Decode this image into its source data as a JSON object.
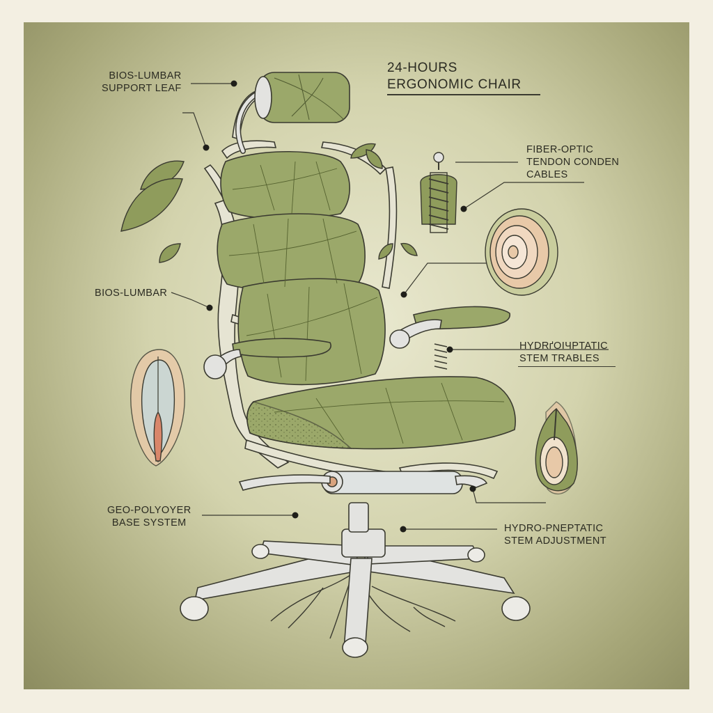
{
  "title": {
    "line1": "24-HOURS",
    "line2": "ERGONOMIC CHAIR"
  },
  "labels": {
    "lumbar_leaf": {
      "line1": "BIOS-LUMBAR",
      "line2": "SUPPORT LEAF"
    },
    "fiber_optic": {
      "line1": "FIBER-OPTIC",
      "line2": "TENDON CONDEN",
      "line3": "CABLES"
    },
    "bios_lumbar": {
      "line1": "BIOS-LUMBAR"
    },
    "hydro_upper": {
      "line1": "HYDRґOIЧPTATIC",
      "line2": "STEM TRABLES"
    },
    "geo_base": {
      "line1": "GEO-POLYOYER",
      "line2": "BASE SYSTEM"
    },
    "hydro_lower": {
      "line1": "HYDRO-PNEPTATIC",
      "line2": "STEM ADJUSTMENT"
    }
  },
  "colors": {
    "leaf": "#9ba86a",
    "leaf_dark": "#6e7c45",
    "branch": "#e6e4d3",
    "ink": "#3a3a30",
    "accent": "#d9a37e"
  }
}
